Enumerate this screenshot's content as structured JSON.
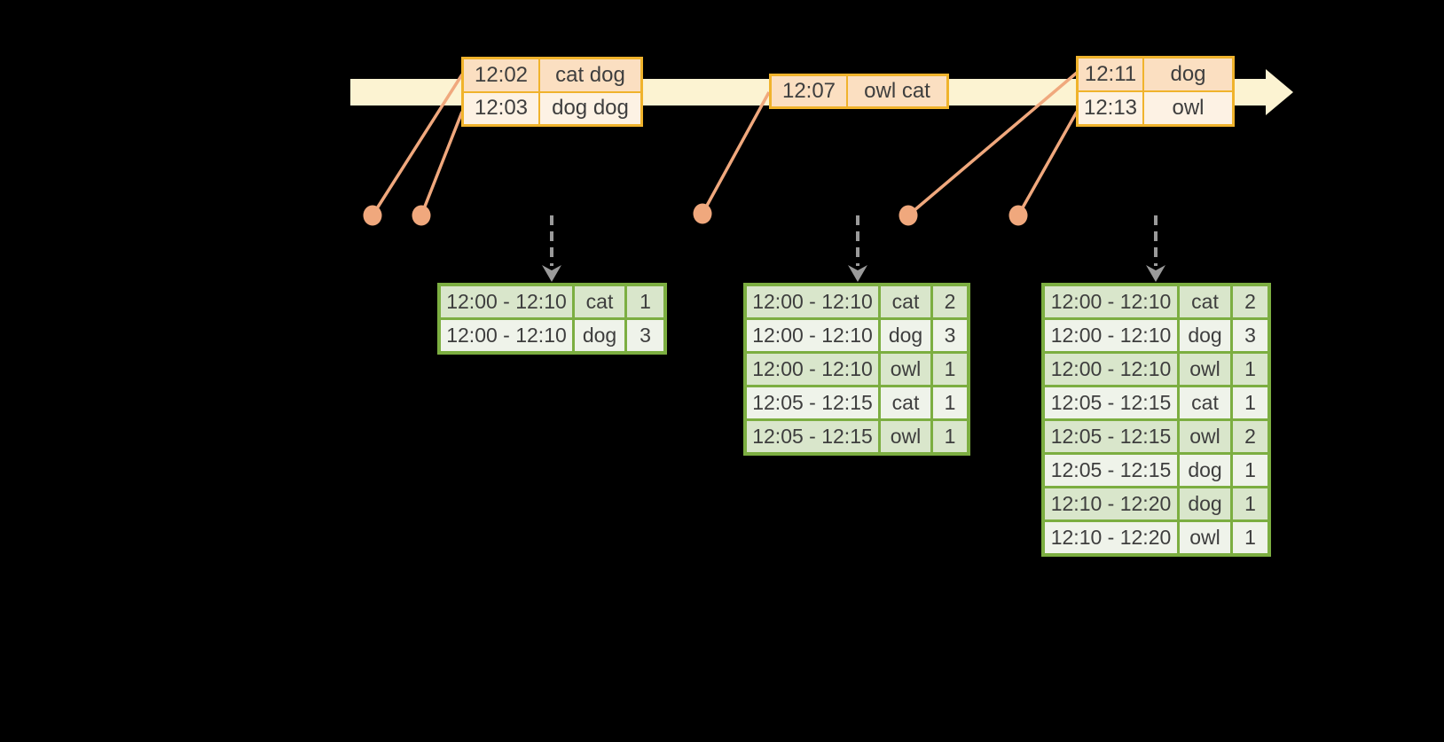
{
  "colors": {
    "background": "#000000",
    "timeline_band": "#FCF3D2",
    "event_border": "#F0B32C",
    "event_row_dark": "#FBDFC1",
    "event_row_light": "#FDF2E4",
    "connector": "#F0A87D",
    "dashed_arrow": "#9A9A9A",
    "table_border": "#7CAE41",
    "table_row_dark": "#D9E6CB",
    "table_row_light": "#EFF3EA",
    "text": "#3E3E3E"
  },
  "timeline": {
    "boxes": [
      {
        "rows": [
          {
            "time": "12:02",
            "words": "cat dog"
          },
          {
            "time": "12:03",
            "words": "dog dog"
          }
        ]
      },
      {
        "rows": [
          {
            "time": "12:07",
            "words": "owl cat"
          }
        ]
      },
      {
        "rows": [
          {
            "time": "12:11",
            "words": "dog"
          },
          {
            "time": "12:13",
            "words": "owl"
          }
        ]
      }
    ]
  },
  "result_tables": [
    {
      "rows": [
        {
          "window": "12:00 - 12:10",
          "word": "cat",
          "count": "1"
        },
        {
          "window": "12:00 - 12:10",
          "word": "dog",
          "count": "3"
        }
      ]
    },
    {
      "rows": [
        {
          "window": "12:00 - 12:10",
          "word": "cat",
          "count": "2"
        },
        {
          "window": "12:00 - 12:10",
          "word": "dog",
          "count": "3"
        },
        {
          "window": "12:00 - 12:10",
          "word": "owl",
          "count": "1"
        },
        {
          "window": "12:05 - 12:15",
          "word": "cat",
          "count": "1"
        },
        {
          "window": "12:05 - 12:15",
          "word": "owl",
          "count": "1"
        }
      ]
    },
    {
      "rows": [
        {
          "window": "12:00 - 12:10",
          "word": "cat",
          "count": "2"
        },
        {
          "window": "12:00 - 12:10",
          "word": "dog",
          "count": "3"
        },
        {
          "window": "12:00 - 12:10",
          "word": "owl",
          "count": "1"
        },
        {
          "window": "12:05 - 12:15",
          "word": "cat",
          "count": "1"
        },
        {
          "window": "12:05 - 12:15",
          "word": "owl",
          "count": "2"
        },
        {
          "window": "12:05 - 12:15",
          "word": "dog",
          "count": "1"
        },
        {
          "window": "12:10 - 12:20",
          "word": "dog",
          "count": "1"
        },
        {
          "window": "12:10 - 12:20",
          "word": "owl",
          "count": "1"
        }
      ]
    }
  ]
}
